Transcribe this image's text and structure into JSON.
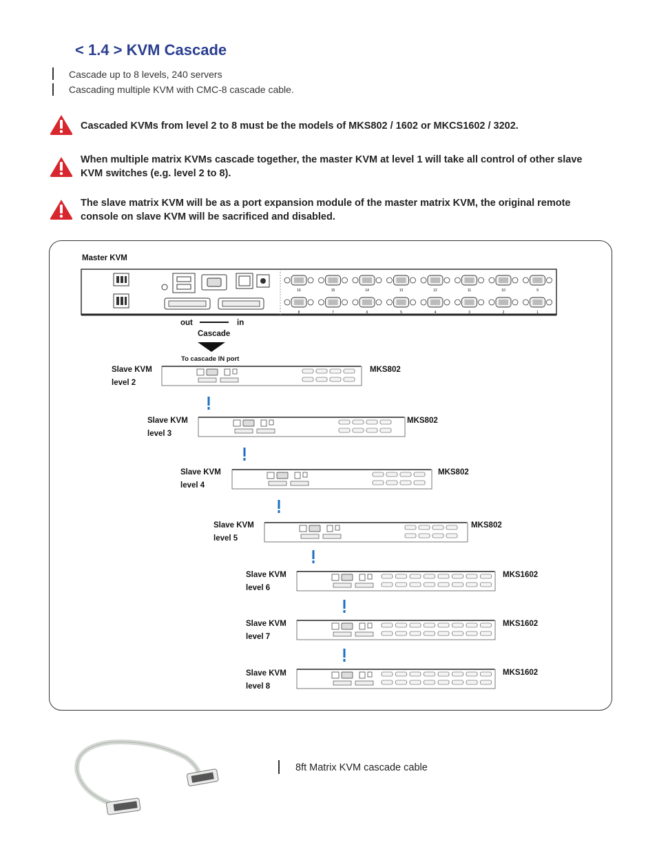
{
  "section": {
    "title": "< 1.4 > KVM Cascade"
  },
  "bullets": [
    "Cascade up to 8 levels, 240 servers",
    "Cascading multiple KVM with CMC-8 cascade cable."
  ],
  "warnings": [
    "Cascaded KVMs from level 2 to 8 must be the models of MKS802 / 1602 or MKCS1602 / 3202.",
    "When multiple matrix KVMs cascade together, the master KVM at level 1 will take all control of other slave KVM switches (e.g. level 2 to 8).",
    "The slave matrix KVM will be as a port expansion module of the master matrix KVM, the original remote console on slave KVM will be sacrificed and disabled."
  ],
  "diagram": {
    "master_label": "Master KVM",
    "out_label": "out",
    "in_label": "in",
    "cascade_label": "Cascade",
    "to_cascade_label": "To cascade IN port",
    "port_numbers_top": [
      "16",
      "15",
      "14",
      "13",
      "12",
      "11",
      "10",
      "9"
    ],
    "port_numbers_bottom": [
      "8",
      "7",
      "6",
      "5",
      "4",
      "3",
      "2",
      "1"
    ],
    "slaves": [
      {
        "line1": "Slave KVM",
        "line2": "level 2",
        "model": "MKS802"
      },
      {
        "line1": "Slave KVM",
        "line2": "level 3",
        "model": "MKS802"
      },
      {
        "line1": "Slave KVM",
        "line2": "level 4",
        "model": "MKS802"
      },
      {
        "line1": "Slave KVM",
        "line2": "level 5",
        "model": "MKS802"
      },
      {
        "line1": "Slave KVM",
        "line2": "level 6",
        "model": "MKS1602"
      },
      {
        "line1": "Slave KVM",
        "line2": "level 7",
        "model": "MKS1602"
      },
      {
        "line1": "Slave KVM",
        "line2": "level 8",
        "model": "MKS1602"
      }
    ]
  },
  "cable": {
    "caption": "8ft Matrix KVM cascade cable"
  },
  "colors": {
    "title": "#2a3e8f",
    "warning": "#d7262d",
    "link": "#1a6fc0"
  }
}
